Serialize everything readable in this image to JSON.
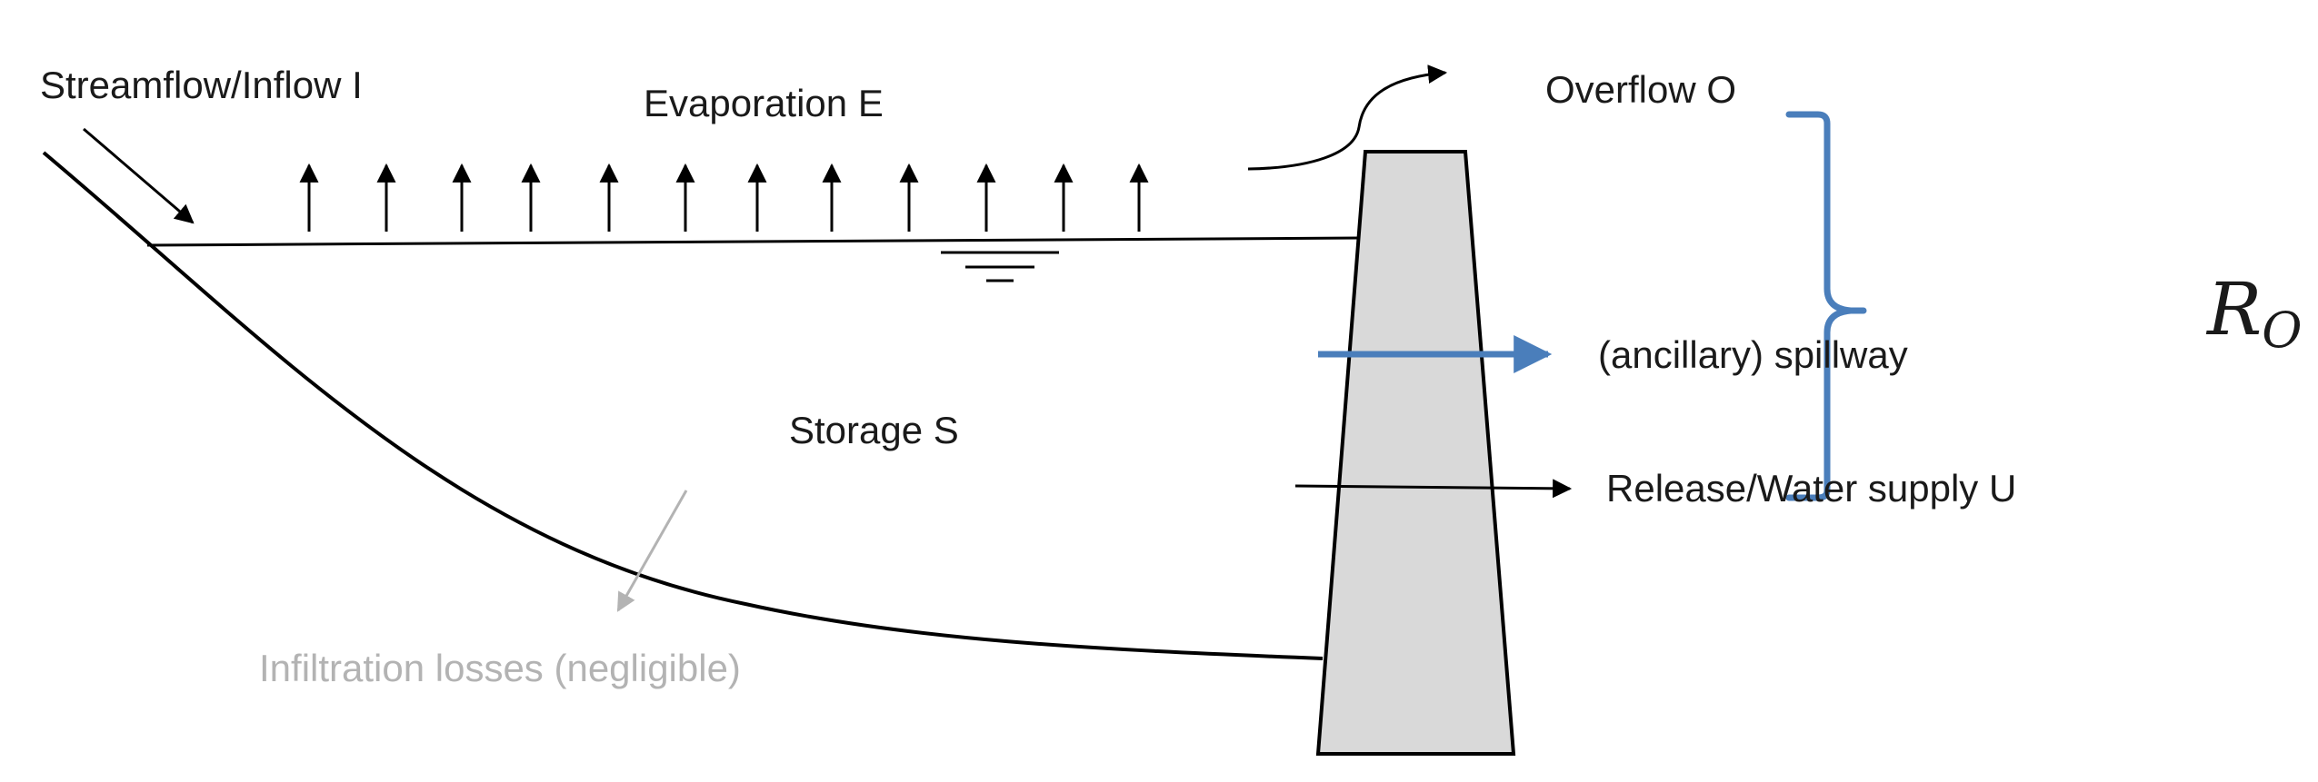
{
  "labels": {
    "inflow": "Streamflow/Inflow I",
    "evaporation": "Evaporation E",
    "overflow": "Overflow O",
    "storage": "Storage S",
    "spillway": "(ancillary) spillway",
    "release": "Release/Water supply U",
    "infiltration": "Infiltration losses (negligible)",
    "outflow_symbol_main": "R",
    "outflow_symbol_sub": "O"
  },
  "colors": {
    "line": "#000000",
    "dam_fill": "#d9d9d9",
    "accent_blue": "#4a7ebb",
    "faded_gray": "#b3b3b3"
  }
}
